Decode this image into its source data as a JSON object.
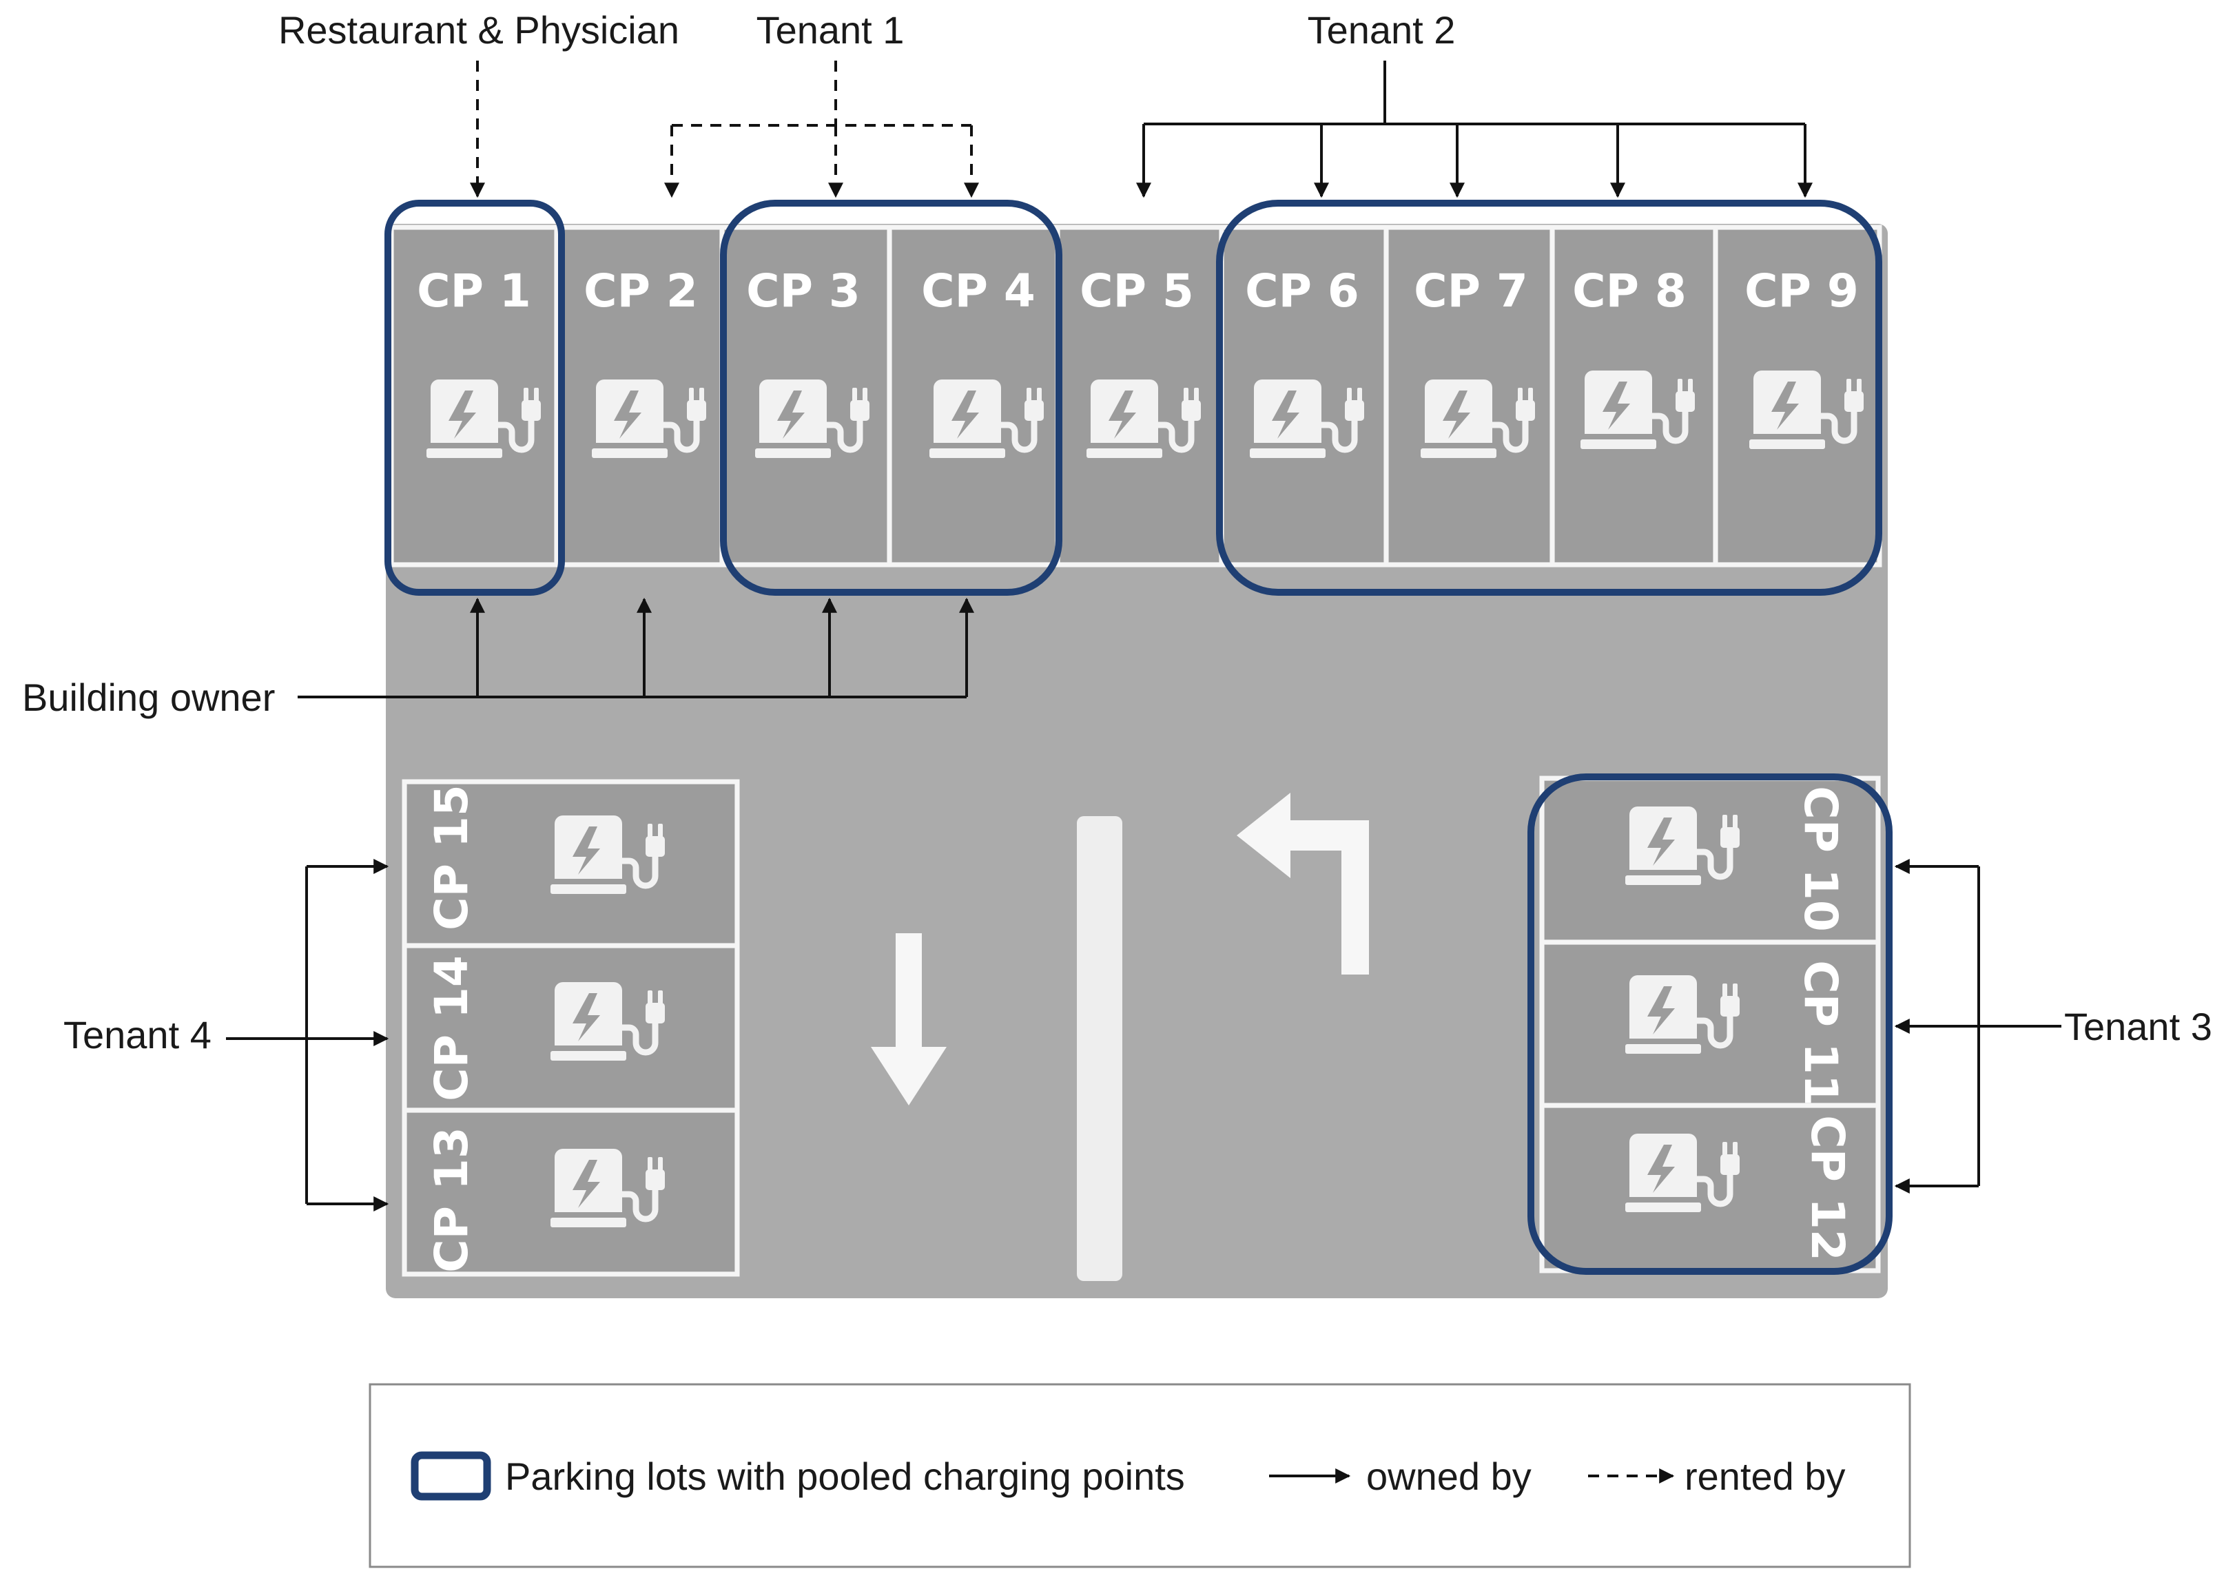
{
  "labels": {
    "restaurant_physician": "Restaurant & Physician",
    "tenant1": "Tenant 1",
    "tenant2": "Tenant 2",
    "tenant3": "Tenant 3",
    "tenant4": "Tenant 4",
    "building_owner": "Building owner"
  },
  "charging_points": [
    {
      "id": "cp1",
      "label": "CP 1"
    },
    {
      "id": "cp2",
      "label": "CP 2"
    },
    {
      "id": "cp3",
      "label": "CP 3"
    },
    {
      "id": "cp4",
      "label": "CP 4"
    },
    {
      "id": "cp5",
      "label": "CP 5"
    },
    {
      "id": "cp6",
      "label": "CP 6"
    },
    {
      "id": "cp7",
      "label": "CP 7"
    },
    {
      "id": "cp8",
      "label": "CP 8"
    },
    {
      "id": "cp9",
      "label": "CP 9"
    },
    {
      "id": "cp10",
      "label": "CP 10"
    },
    {
      "id": "cp11",
      "label": "CP 11"
    },
    {
      "id": "cp12",
      "label": "CP 12"
    },
    {
      "id": "cp13",
      "label": "CP 13"
    },
    {
      "id": "cp14",
      "label": "CP 14"
    },
    {
      "id": "cp15",
      "label": "CP 15"
    }
  ],
  "legend": {
    "pooled": "Parking lots with pooled charging points",
    "owned": "owned by",
    "rented": "rented by"
  },
  "colors": {
    "lot": "#ababab",
    "bay": "#9c9c9c",
    "pool_outline": "#1f3f73",
    "marking": "#f2f2f2",
    "connector": "#111111"
  },
  "icons": {
    "charger": "ev-charger-icon",
    "arrow_down": "arrow-down-road-marking",
    "arrow_turn_left": "arrow-turn-left-road-marking"
  }
}
